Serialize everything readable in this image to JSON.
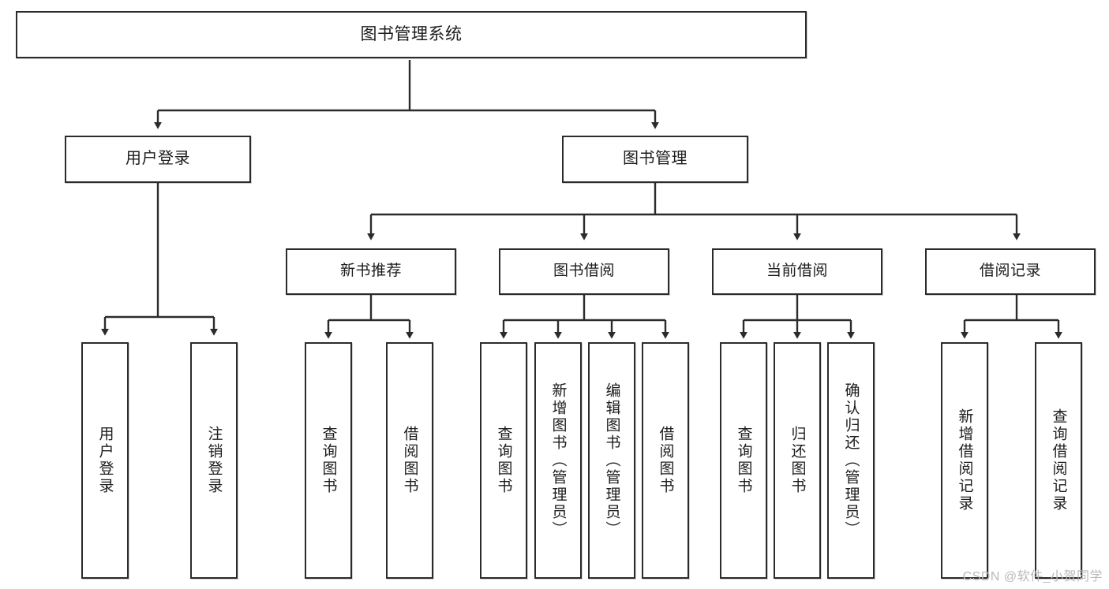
{
  "diagram": {
    "type": "tree-hierarchy",
    "title": "图书管理系统",
    "colors": {
      "node_border": "#2b2b2b",
      "node_fill": "#ffffff",
      "edge": "#2b2b2b",
      "text": "#1c1c1c",
      "watermark": "#b9b9b9",
      "background": "#ffffff"
    },
    "watermark": "CSDN @软件_小贺同学",
    "nodes": {
      "root": {
        "label": "图书管理系统"
      },
      "level1": [
        {
          "id": "user-login",
          "label": "用户登录"
        },
        {
          "id": "book-management",
          "label": "图书管理"
        }
      ],
      "level2": [
        {
          "id": "new-book-recommend",
          "label": "新书推荐"
        },
        {
          "id": "book-borrow",
          "label": "图书借阅"
        },
        {
          "id": "current-borrow",
          "label": "当前借阅"
        },
        {
          "id": "borrow-record",
          "label": "借阅记录"
        }
      ],
      "leaves": [
        {
          "id": "leaf-user-login",
          "label": "用户登录",
          "parent": "user-login"
        },
        {
          "id": "leaf-user-logout",
          "label": "注销登录",
          "parent": "user-login"
        },
        {
          "id": "leaf-query-book-1",
          "label": "查询图书",
          "parent": "new-book-recommend"
        },
        {
          "id": "leaf-borrow-book-1",
          "label": "借阅图书",
          "parent": "new-book-recommend"
        },
        {
          "id": "leaf-query-book-2",
          "label": "查询图书",
          "parent": "book-borrow"
        },
        {
          "id": "leaf-add-book",
          "label": "新增图书（管理员）",
          "parent": "book-borrow"
        },
        {
          "id": "leaf-edit-book",
          "label": "编辑图书（管理员）",
          "parent": "book-borrow"
        },
        {
          "id": "leaf-borrow-book-2",
          "label": "借阅图书",
          "parent": "book-borrow"
        },
        {
          "id": "leaf-query-book-3",
          "label": "查询图书",
          "parent": "current-borrow"
        },
        {
          "id": "leaf-return-book",
          "label": "归还图书",
          "parent": "current-borrow"
        },
        {
          "id": "leaf-confirm-return",
          "label": "确认归还（管理员）",
          "parent": "current-borrow"
        },
        {
          "id": "leaf-add-record",
          "label": "新增借阅记录",
          "parent": "borrow-record"
        },
        {
          "id": "leaf-query-record",
          "label": "查询借阅记录",
          "parent": "borrow-record"
        }
      ]
    }
  }
}
